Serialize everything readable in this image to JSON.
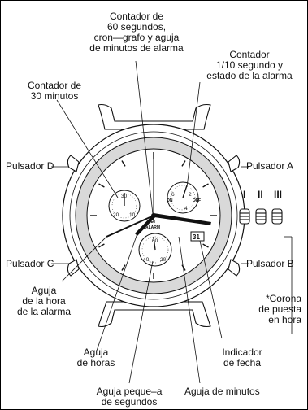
{
  "labels": {
    "contador_60": "Contador de\n60 segundos,\ncron—grafo y aguja\nde minutos de alarma",
    "contador_1_10": "Contador\n1/10 segundo y\nestado de la alarma",
    "contador_30": "Contador de\n30 minutos",
    "pulsador_d": "Pulsador D",
    "pulsador_a": "Pulsador A",
    "pulsador_c": "Pulsador C",
    "pulsador_b": "Pulsador B",
    "aguja_hora_alarma": "Aguja\nde la hora\nde la alarma",
    "corona": "*Corona\nde puesta\nen hora",
    "aguja_horas": "Aguja\nde horas",
    "indicador_fecha": "Indicador\nde fecha",
    "aguja_pequena": "Aguja peque–a\nde segundos",
    "aguja_minutos": "Aguja de minutos"
  },
  "crown_positions": [
    "I",
    "II",
    "III"
  ],
  "dial": {
    "set_text": "SET",
    "alarm_text": "ALARM",
    "date": "31",
    "left_subdial": [
      "30",
      "20",
      "10"
    ],
    "right_subdial": [
      "6",
      "2",
      "4"
    ],
    "right_subdial_marks": [
      "ON",
      "OFF"
    ],
    "bottom_subdial": [
      "60",
      "40",
      "20"
    ]
  }
}
